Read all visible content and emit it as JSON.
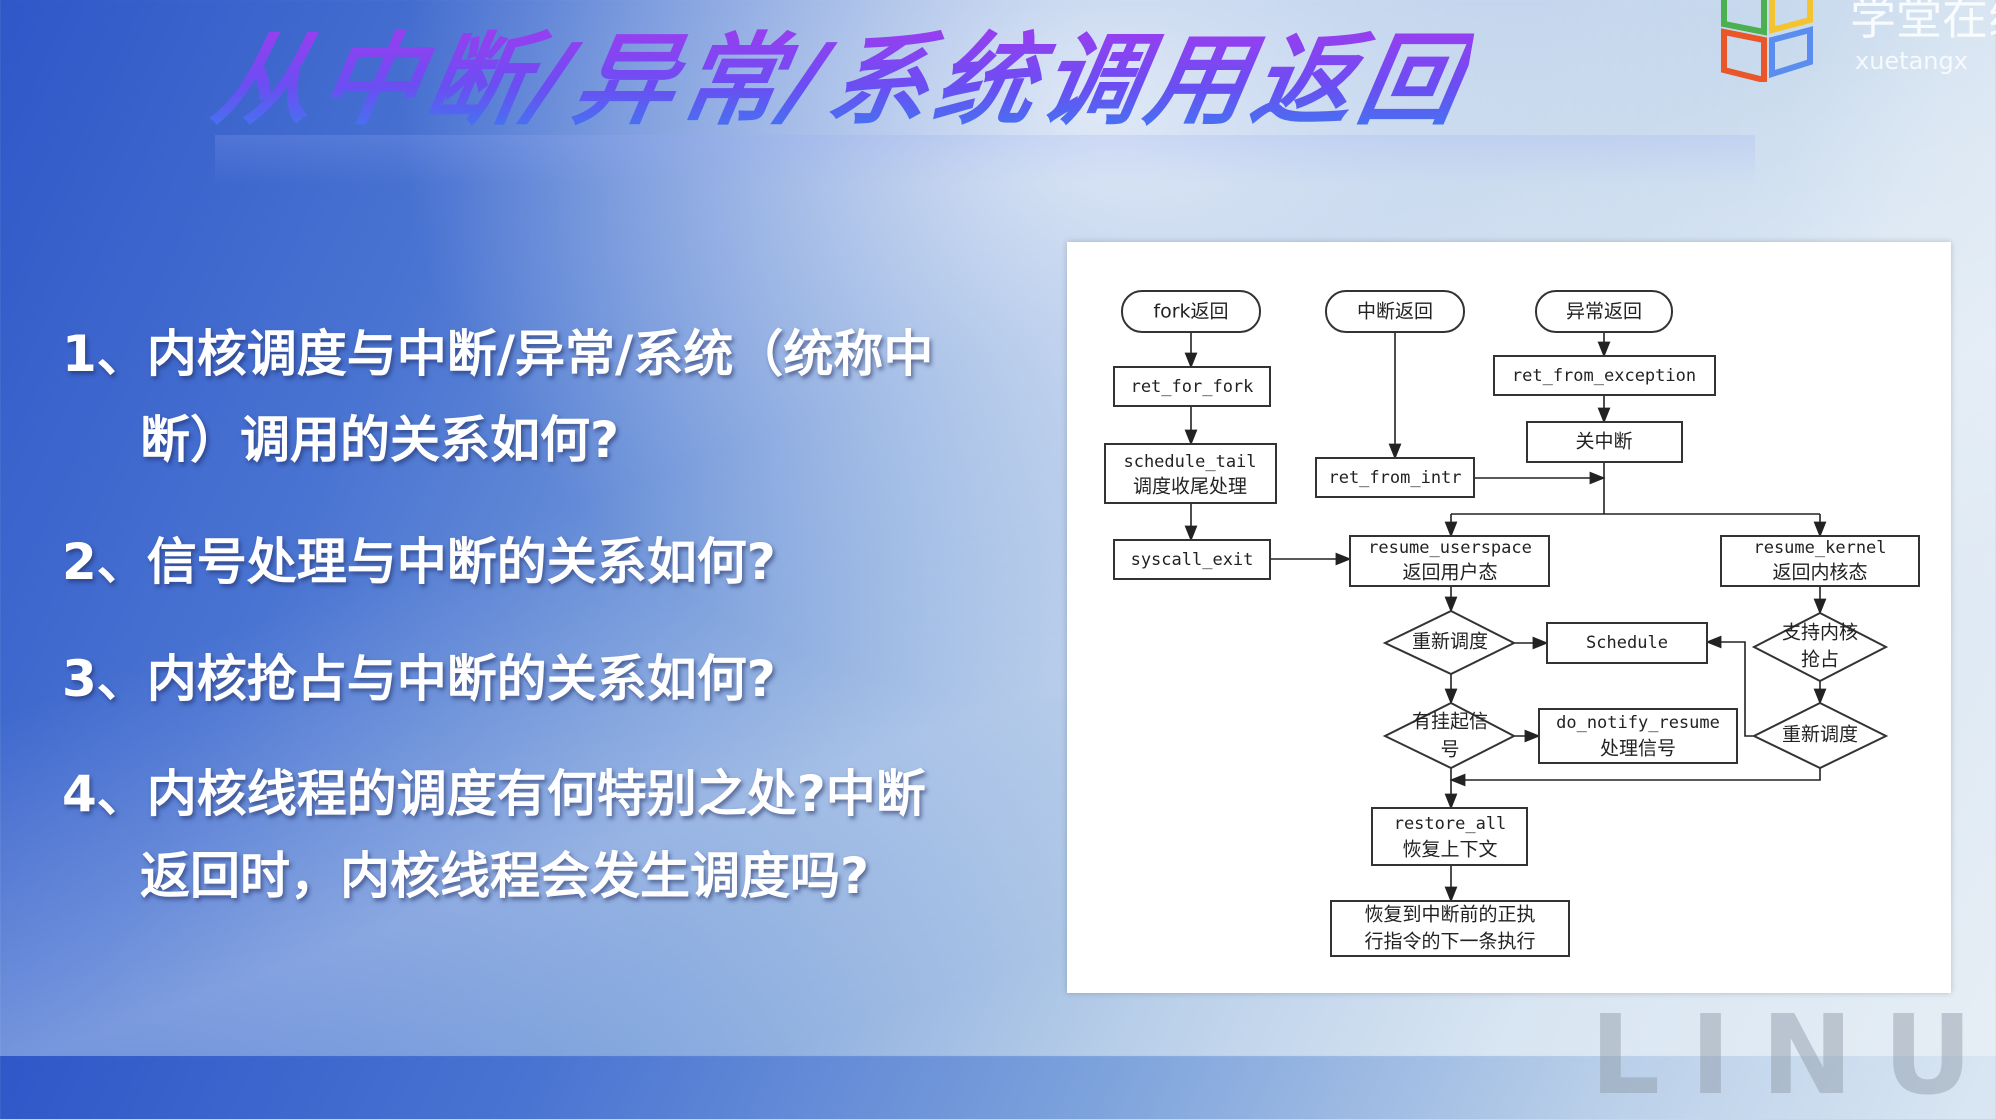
{
  "title": "从中断/异常/系统调用返回",
  "logo": {
    "cn": "学堂在线",
    "en": "xuetangx",
    "colors": [
      "#4caf50",
      "#f4c430",
      "#e8562a",
      "#5b8def"
    ]
  },
  "questions": [
    {
      "line1": "1、内核调度与中断/异常/系统（统称中",
      "line2": "断）调用的关系如何?"
    },
    {
      "line1": "2、信号处理与中断的关系如何?"
    },
    {
      "line1": "3、内核抢占与中断的关系如何?"
    },
    {
      "line1": "4、内核线程的调度有何特别之处?中断",
      "line2": "返回时，内核线程会发生调度吗?"
    }
  ],
  "diagram": {
    "fork_return": "fork返回",
    "intr_return": "中断返回",
    "exc_return": "异常返回",
    "ret_for_fork": "ret_for_fork",
    "ret_from_exception": "ret_from_exception",
    "cli": "关中断",
    "schedule_tail": "schedule_tail",
    "schedule_tail_cn": "调度收尾处理",
    "ret_from_intr": "ret_from_intr",
    "syscall_exit": "syscall_exit",
    "resume_userspace": "resume_userspace",
    "resume_userspace_cn": "返回用户态",
    "resume_kernel": "resume_kernel",
    "resume_kernel_cn": "返回内核态",
    "need_resched": "重新调度",
    "schedule": "Schedule",
    "preempt_1": "支持内核",
    "preempt_2": "抢占",
    "sigpending_1": "有挂起信",
    "sigpending_2": "号",
    "do_notify_resume": "do_notify_resume",
    "do_notify_resume_cn": "处理信号",
    "need_resched_k": "重新调度",
    "restore_all": "restore_all",
    "restore_all_cn": "恢复上下文",
    "final_1": "恢复到中断前的正执",
    "final_2": "行指令的下一条执行"
  }
}
